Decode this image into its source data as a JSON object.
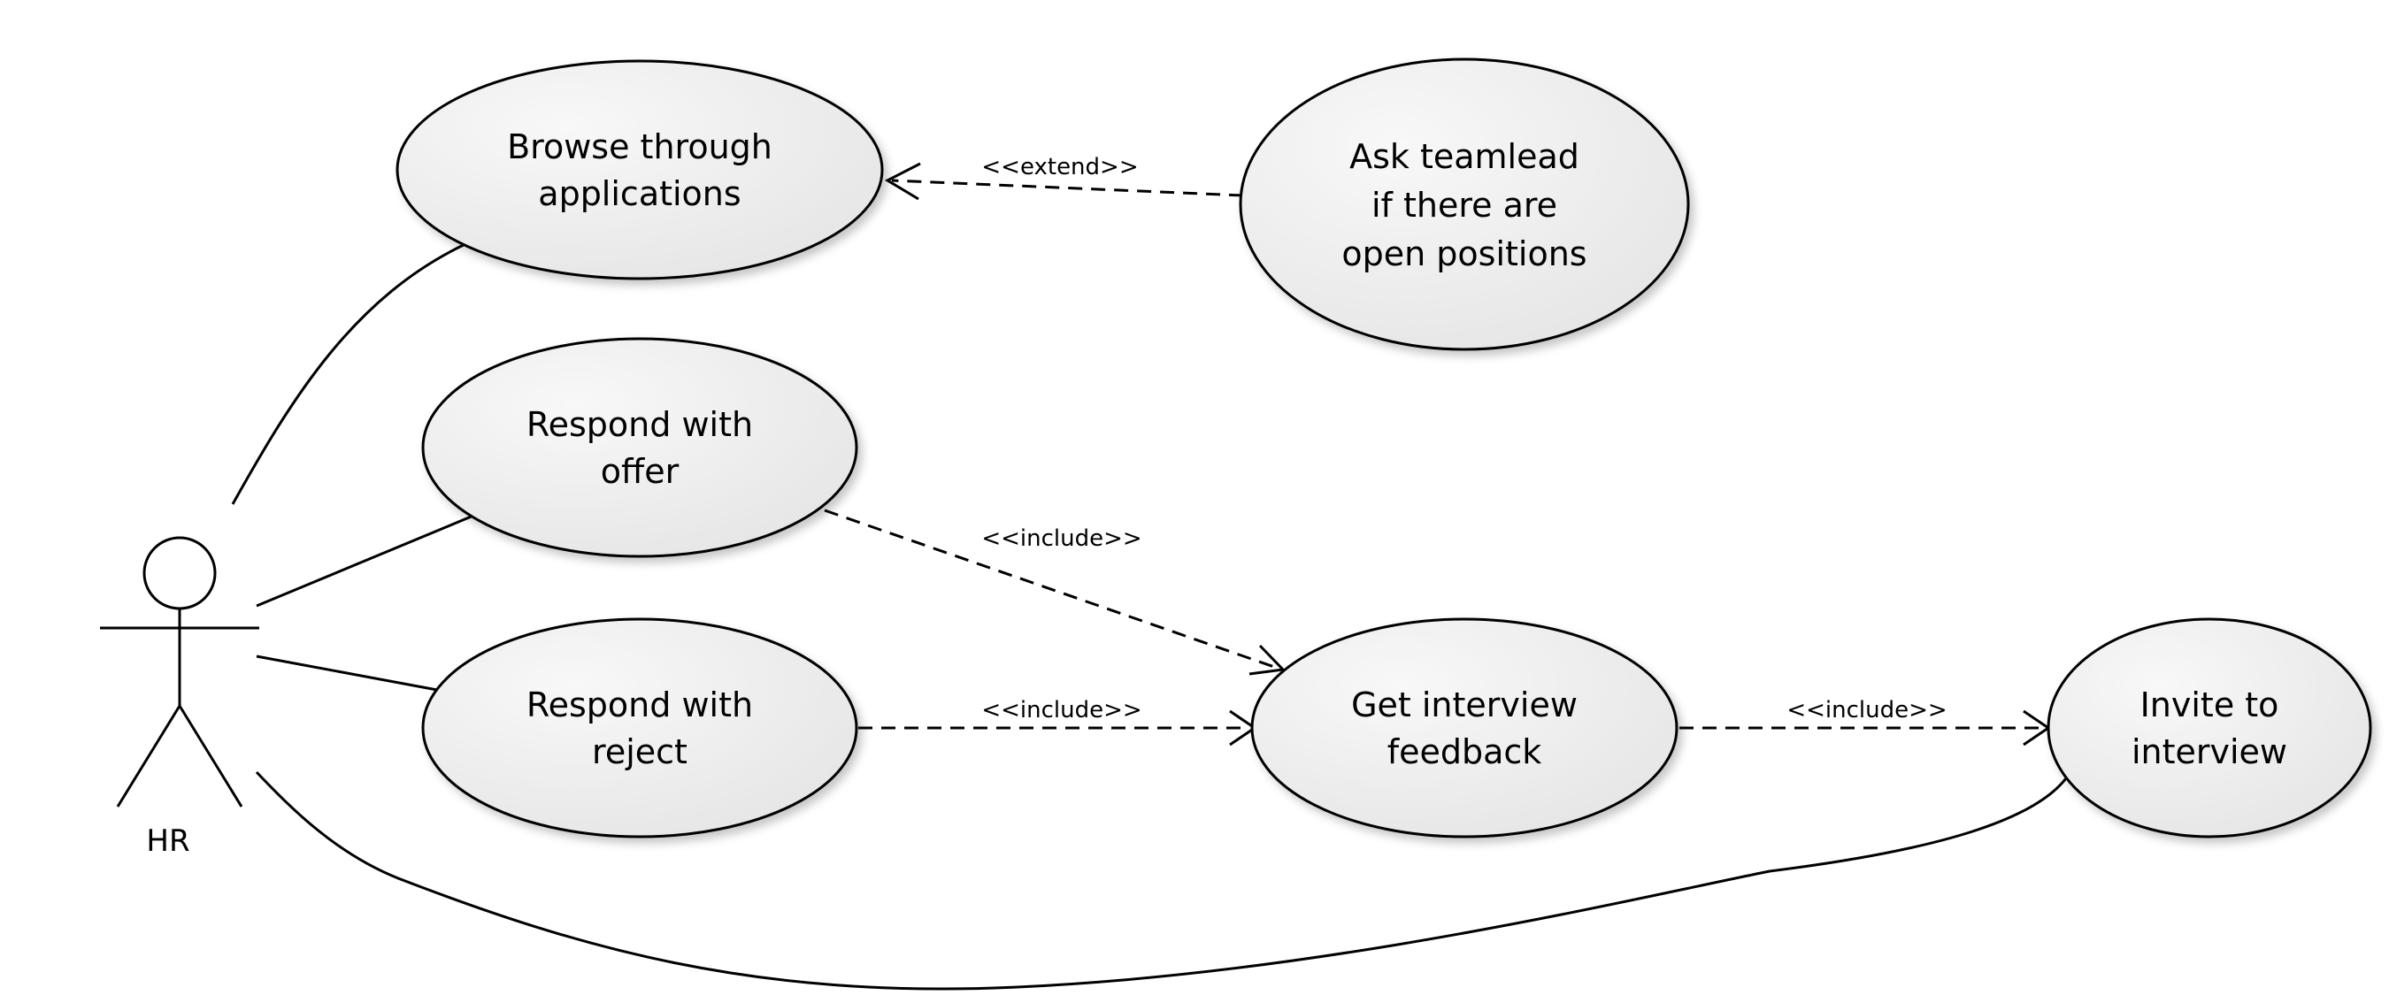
{
  "actor": {
    "name": "HR"
  },
  "use_cases": {
    "browse": {
      "lines": [
        "Browse through",
        "applications"
      ]
    },
    "ask": {
      "lines": [
        "Ask teamlead",
        "if there are",
        "open positions"
      ]
    },
    "offer": {
      "lines": [
        "Respond with",
        "offer"
      ]
    },
    "reject": {
      "lines": [
        "Respond with",
        "reject"
      ]
    },
    "feedback": {
      "lines": [
        "Get interview",
        "feedback"
      ]
    },
    "invite": {
      "lines": [
        "Invite to",
        "interview"
      ]
    }
  },
  "relations": {
    "ask_browse": "<<extend>>",
    "offer_feedback": "<<include>>",
    "reject_feedback": "<<include>>",
    "feedback_invite": "<<include>>"
  }
}
